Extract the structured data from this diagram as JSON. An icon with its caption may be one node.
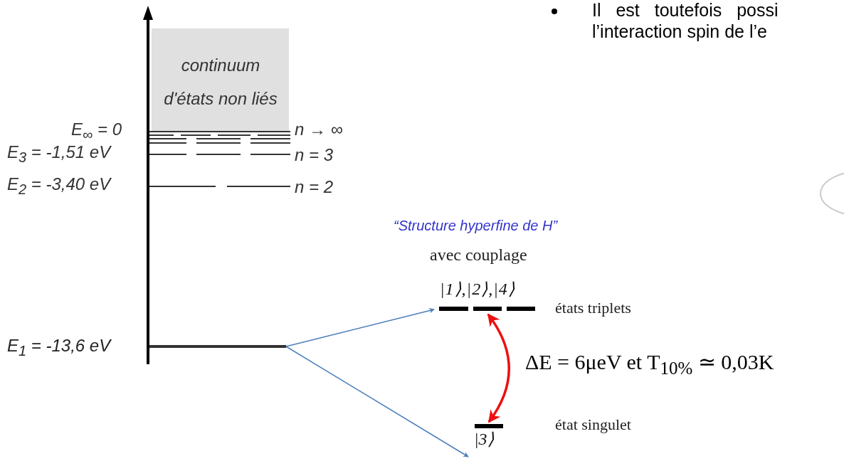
{
  "diagram": {
    "nodes": [
      {
        "text": [],
        "shape": "bar",
        "beside": [
          "E$_{1}$ = -13,6 eV"
        ]
      },
      {
        "text": [
          "|1⟩,|2⟩,|4⟩"
        ],
        "beside": [
          "états triplets"
        ]
      },
      {
        "text": [
          "|3⟩"
        ],
        "beside": [
          "état singulet"
        ]
      }
    ],
    "edges": [
      {
        "from": 0,
        "to": 1,
        "arrow": "to"
      },
      {
        "from": 0,
        "to": 2,
        "arrow": "to"
      },
      {
        "from": 1,
        "to": 2,
        "arrow": "both",
        "style": "thick",
        "color": "#ee1111"
      }
    ],
    "labels": [
      "Il est toutefois possi",
      "l’interaction spin de l’e",
      "continuum d'états non liés",
      "E$_{∞}$ = 0",
      "n → ∞",
      "E$_{3}$ = -1,51 eV",
      "n = 3",
      "E$_{2}$ = -3,40 eV",
      "n = 2",
      "“Structure hyperfine de H”",
      "avec couplage",
      "ΔE = 6μeV et T$_{10%}$ ≃ 0,03K"
    ]
  }
}
